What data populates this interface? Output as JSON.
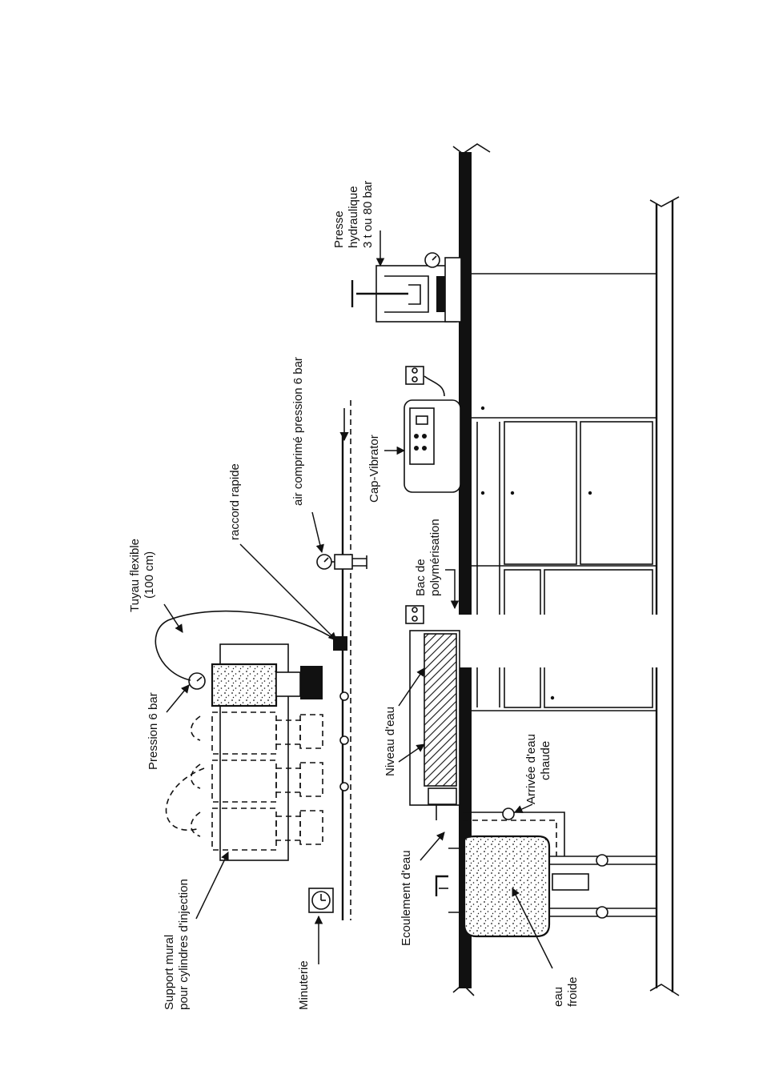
{
  "labels": {
    "presse_line1": "Presse",
    "presse_line2": "hydraulique",
    "presse_line3": "3 t ou 80 bar",
    "air_comprime": "air comprimé pression 6 bar",
    "raccord_rapide": "raccord rapide",
    "tuyau_line1": "Tuyau flexible",
    "tuyau_line2": "(100 cm)",
    "pression": "Pression 6 bar",
    "cap_vibrator": "Cap-Vibrator",
    "bac_line1": "Bac de",
    "bac_line2": "polymérisation",
    "niveau_eau": "Niveau d'eau",
    "arrivee_line1": "Arrivée d'eau",
    "arrivee_line2": "chaude",
    "ecoulement": "Ecoulement d'eau",
    "eau_froide_line1": "eau",
    "eau_froide_line2": "froide",
    "support_line1": "Support mural",
    "support_line2": "pour cylindres d'injection",
    "minuterie": "Minuterie"
  },
  "icons": [
    "pressure-gauge-icon",
    "clock-icon",
    "power-outlet-icon",
    "faucet-icon"
  ]
}
